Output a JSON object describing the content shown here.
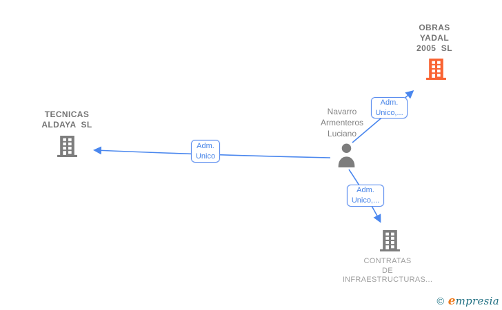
{
  "diagram": {
    "nodes": {
      "obras": {
        "type": "company",
        "line1": "OBRAS",
        "line2": "YADAL",
        "line3": "2005  SL"
      },
      "tecnicas": {
        "type": "company",
        "line1": "TECNICAS",
        "line2": "ALDAYA  SL"
      },
      "navarro": {
        "type": "person",
        "line1": "Navarro",
        "line2": "Armenteros",
        "line3": "Luciano"
      },
      "contratas": {
        "type": "company",
        "line1": "CONTRATAS",
        "line2": "DE",
        "line3": "INFRAESTRUCTURAS..."
      }
    },
    "edge_labels": {
      "to_obras": {
        "line1": "Adm.",
        "line2": "Unico,..."
      },
      "to_tecnicas": {
        "line1": "Adm.",
        "line2": "Unico"
      },
      "to_contratas": {
        "line1": "Adm.",
        "line2": "Unico,..."
      }
    }
  },
  "colors": {
    "edge_blue": "#4a87ee",
    "label_border_blue": "#5b8def",
    "icon_gray": "#7d7d7d",
    "icon_orange": "#f96332",
    "company_text_gray": "#757575",
    "person_text_gray": "#828282",
    "contratas_text_gray": "#9e9e9e",
    "watermark_teal": "#1f6f82",
    "watermark_orange": "#ee7b1e"
  },
  "watermark": {
    "copyright": "©",
    "brand_initial": "e",
    "brand_rest": "mpresia"
  }
}
